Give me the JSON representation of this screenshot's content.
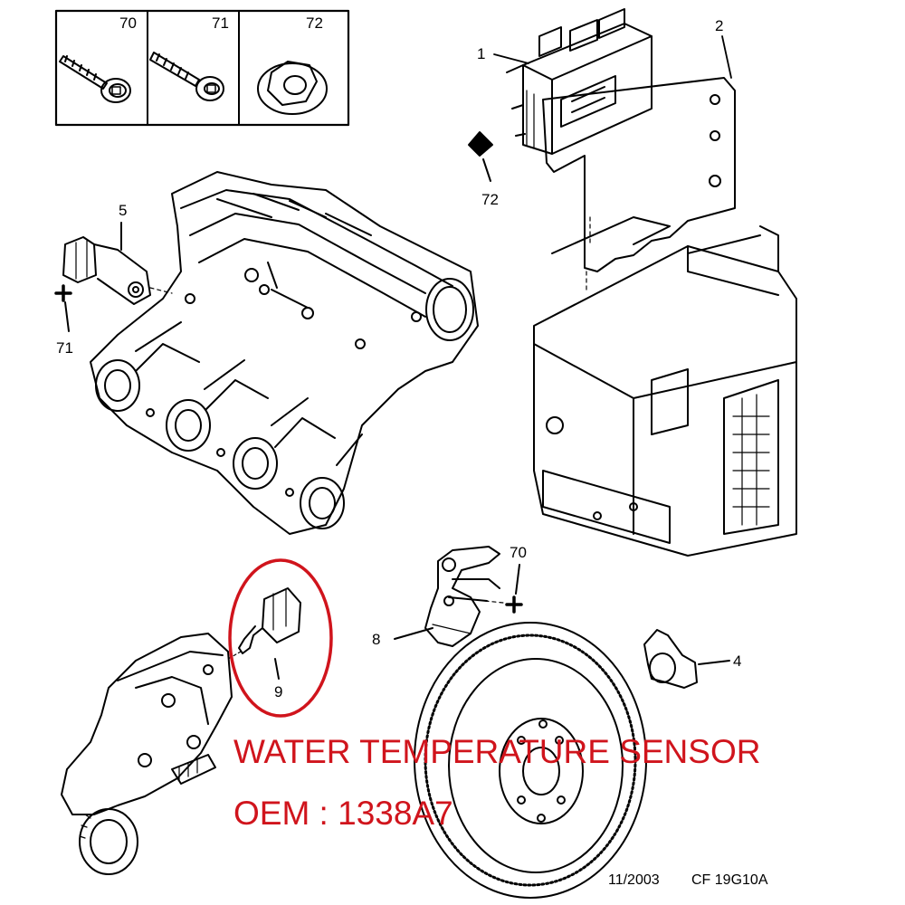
{
  "fastener_box": {
    "items": [
      {
        "number": "70"
      },
      {
        "number": "71"
      },
      {
        "number": "72"
      }
    ]
  },
  "callouts": {
    "ecu": "1",
    "bracket": "2",
    "ecu_nut": "72",
    "map_sensor": "5",
    "map_screw": "71",
    "crank_sensor": "8",
    "crank_screw": "70",
    "water_temp_sensor": "9",
    "cam_sensor": "4"
  },
  "annotation": {
    "title": "WATER TEMPERATURE SENSOR",
    "oem": "OEM : 1338A7",
    "color": "#d0141c"
  },
  "footer": {
    "date": "11/2003",
    "ref": "CF 19G10A"
  }
}
